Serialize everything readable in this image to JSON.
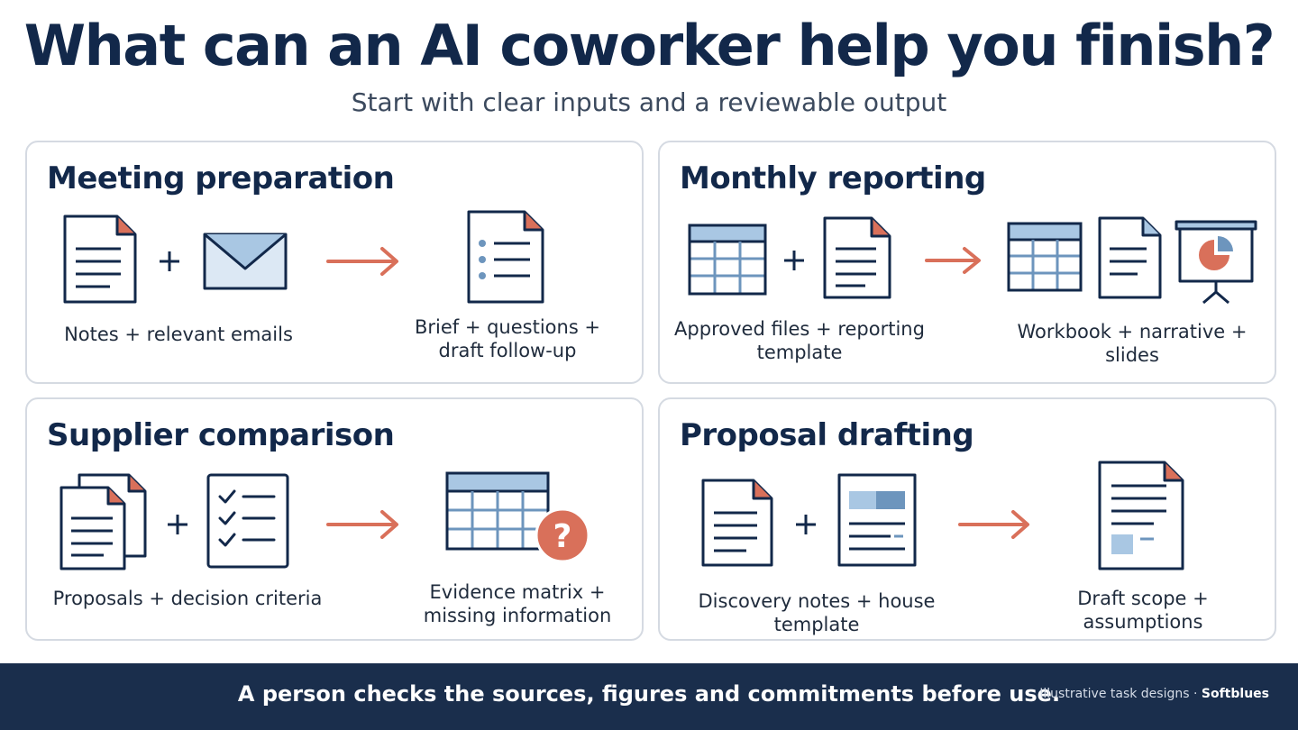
{
  "title": "What can an AI coworker help you finish?",
  "subtitle": "Start with clear inputs and a reviewable output",
  "colors": {
    "navy": "#12284a",
    "accent": "#d9705a",
    "blue_fill": "#a9c7e3",
    "blue_mid": "#6d95bd",
    "footer_bg": "#1a2e4c"
  },
  "cards": [
    {
      "title": "Meeting preparation",
      "input_label": "Notes + relevant emails",
      "output_label": "Brief + questions +\ndraft follow-up",
      "icons": [
        "document-icon",
        "plus-icon",
        "envelope-icon",
        "arrow-right-icon",
        "bulleted-list-document-icon"
      ]
    },
    {
      "title": "Monthly reporting",
      "input_label": "Approved files + reporting\ntemplate",
      "output_label": "Workbook + narrative + slides",
      "icons": [
        "spreadsheet-icon",
        "plus-icon",
        "document-icon",
        "arrow-right-icon",
        "spreadsheet-icon",
        "document-icon",
        "presentation-board-icon"
      ]
    },
    {
      "title": "Supplier comparison",
      "input_label": "Proposals + decision criteria",
      "output_label": "Evidence matrix +\nmissing information",
      "icons": [
        "stacked-documents-icon",
        "plus-icon",
        "checklist-icon",
        "arrow-right-icon",
        "matrix-icon",
        "question-icon"
      ]
    },
    {
      "title": "Proposal drafting",
      "input_label": "Discovery notes + house template",
      "output_label": "Draft scope + assumptions",
      "icons": [
        "document-icon",
        "plus-icon",
        "template-icon",
        "arrow-right-icon",
        "draft-document-icon"
      ]
    }
  ],
  "footer": {
    "main": "A person checks the sources, figures and commitments before use.",
    "credit_prefix": "Illustrative task designs · ",
    "credit_brand": "Softblues"
  }
}
